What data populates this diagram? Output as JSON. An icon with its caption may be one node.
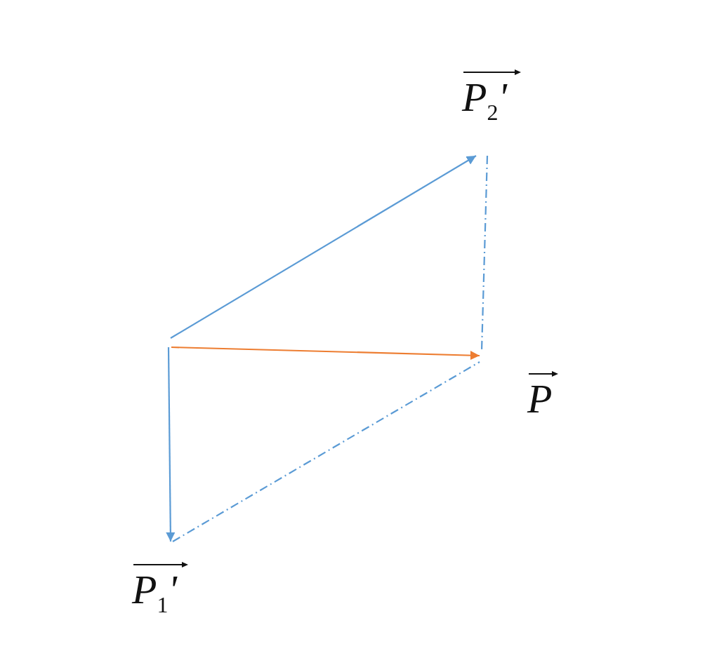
{
  "diagram": {
    "nodes": [
      {
        "text": [
          "P$_{2}$'"
        ]
      },
      {
        "text": [
          "P"
        ]
      },
      {
        "text": [
          "P$_{1}$'"
        ]
      }
    ],
    "edges": [
      {
        "from": null,
        "to": 0,
        "arrow": "to"
      },
      {
        "from": null,
        "to": 1,
        "arrow": "to",
        "color": "#ed7d31"
      },
      {
        "from": null,
        "to": 2,
        "arrow": "to"
      },
      {
        "from": 0,
        "to": 1,
        "arrow": "none",
        "style": "dashed"
      },
      {
        "from": 2,
        "to": 1,
        "arrow": "none",
        "style": "dashed"
      }
    ]
  }
}
